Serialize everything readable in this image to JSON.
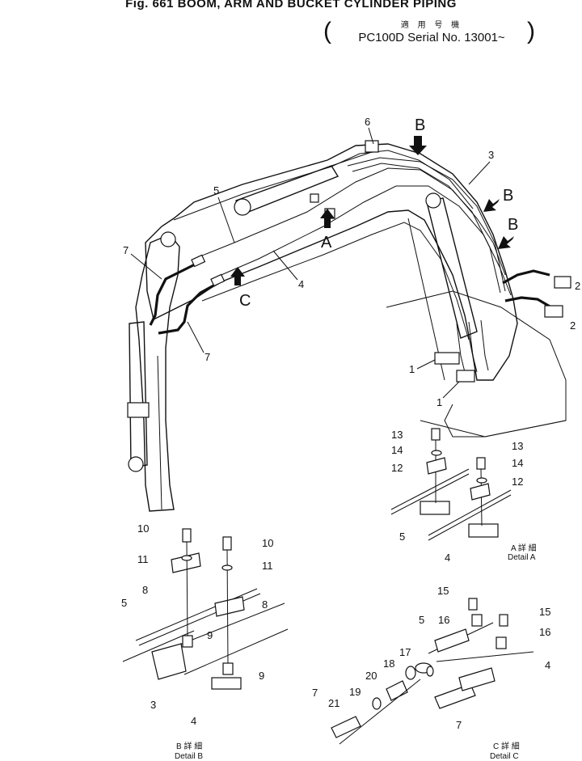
{
  "header": {
    "title": "Fig. 661   BOOM, ARM AND BUCKET CYLINDER PIPING",
    "jp_label": "適 用 号 機",
    "serial": "PC100D Serial No. 13001~"
  },
  "view_markers": [
    "A",
    "B",
    "B",
    "B",
    "C"
  ],
  "callouts": {
    "c1a": "1",
    "c1b": "1",
    "c2a": "2",
    "c2b": "2",
    "c3": "3",
    "c4": "4",
    "c5": "5",
    "c6": "6",
    "c7a": "7",
    "c7b": "7"
  },
  "detail_a": {
    "label_jp": "A 詳 細",
    "label": "Detail A",
    "parts": [
      "13",
      "14",
      "12",
      "13",
      "14",
      "12",
      "5",
      "4"
    ]
  },
  "detail_b": {
    "label_jp": "B 詳 細",
    "label": "Detail B",
    "parts": [
      "10",
      "11",
      "8",
      "10",
      "11",
      "8",
      "5",
      "9",
      "9",
      "3",
      "4"
    ]
  },
  "detail_c": {
    "label_jp": "C 詳 細",
    "label": "Detail C",
    "parts": [
      "15",
      "16",
      "15",
      "16",
      "5",
      "17",
      "18",
      "20",
      "19",
      "21",
      "7",
      "4",
      "7"
    ]
  }
}
